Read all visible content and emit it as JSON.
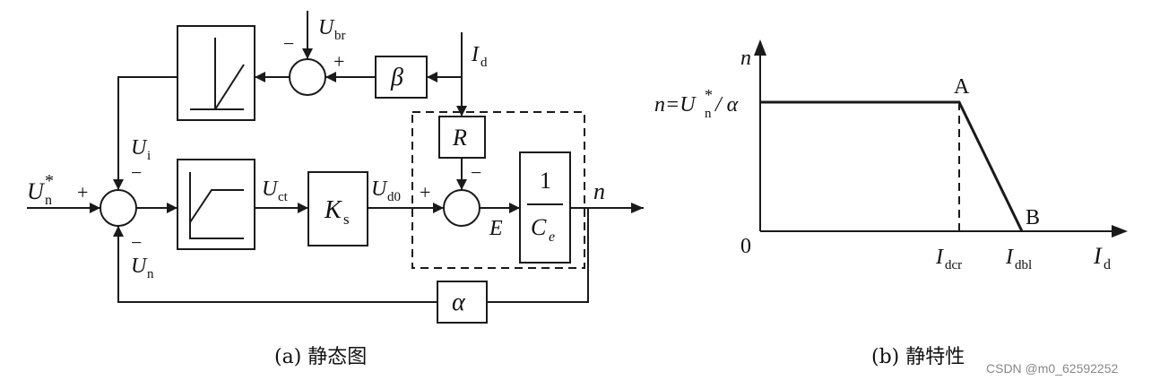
{
  "diagram_a": {
    "caption": "(a) 静态图",
    "blocks": {
      "current_limiter": "",
      "speed_regulator": "",
      "beta": "β",
      "ks_main": "K",
      "ks_sub": "s",
      "r": "R",
      "ce_num": "1",
      "ce_main": "C",
      "ce_sub": "e",
      "alpha": "α"
    },
    "signals": {
      "un_star_main": "U",
      "un_star_sub": "n",
      "un_star_sup": "*",
      "ubr_main": "U",
      "ubr_sub": "br",
      "id_main": "I",
      "id_sub": "d",
      "ui_main": "U",
      "ui_sub": "i",
      "un_main": "U",
      "un_sub": "n",
      "uct_main": "U",
      "uct_sub": "ct",
      "ud0_main": "U",
      "ud0_sub": "d0",
      "e": "E",
      "n": "n"
    },
    "signs": {
      "plus": "+",
      "minus": "−"
    }
  },
  "diagram_b": {
    "caption": "(b) 静特性",
    "y_axis_label": "n",
    "x_axis_label_main": "I",
    "x_axis_label_sub": "d",
    "origin_label": "0",
    "level_label_a": "n=U",
    "level_label_sub": "n",
    "level_label_sup": "*",
    "level_label_b": "/ α",
    "point_a": "A",
    "point_b": "B",
    "idcr_main": "I",
    "idcr_sub": "dcr",
    "idbl_main": "I",
    "idbl_sub": "dbl"
  },
  "watermark": "CSDN @m0_62592252"
}
